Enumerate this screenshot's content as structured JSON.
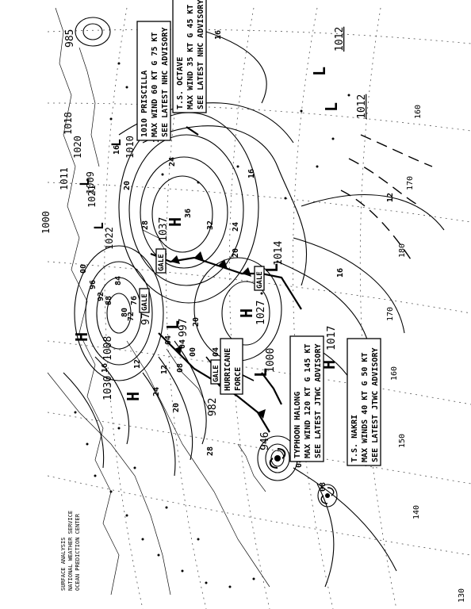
{
  "map": {
    "title_lines": [
      "SURFACE ANALYSIS",
      "NATIONAL WEATHER SERVICE",
      "OCEAN PREDICTION CENTER"
    ],
    "pressure_centers": [
      {
        "type": "H",
        "value": "1037",
        "role": "high"
      },
      {
        "type": "H",
        "value": "1027",
        "role": "high"
      },
      {
        "type": "H",
        "value": "1017",
        "role": "high"
      },
      {
        "type": "H",
        "value": "1030",
        "role": "high"
      },
      {
        "type": "H",
        "value": "1008",
        "role": "high"
      },
      {
        "type": "L",
        "value": "1012",
        "role": "low"
      },
      {
        "type": "L",
        "value": "1012",
        "role": "low"
      },
      {
        "type": "L",
        "value": "1014",
        "role": "low"
      },
      {
        "type": "L",
        "value": "997",
        "role": "low"
      },
      {
        "type": "L",
        "value": "1000",
        "role": "low"
      },
      {
        "type": "L",
        "value": "985",
        "role": "low"
      },
      {
        "type": "L",
        "value": "1010",
        "role": "low"
      },
      {
        "type": "L",
        "value": "1010",
        "role": "low"
      },
      {
        "type": "L",
        "value": "1011",
        "role": "low"
      },
      {
        "type": "L",
        "value": "1018",
        "role": "low"
      },
      {
        "type": "L",
        "value": "1020",
        "role": "low"
      },
      {
        "type": "L",
        "value": "1021",
        "role": "low"
      },
      {
        "type": "L",
        "value": "1022",
        "role": "low"
      },
      {
        "type": "L",
        "value": "1009",
        "role": "low"
      },
      {
        "type": "L",
        "value": "1000",
        "role": "low"
      },
      {
        "type": "L",
        "value": "946",
        "role": "typhoon"
      },
      {
        "type": "L",
        "value": "982",
        "role": "low"
      },
      {
        "type": "L",
        "value": "976",
        "role": "low"
      }
    ],
    "isobar_labels": [
      "16",
      "16",
      "12",
      "12",
      "20",
      "24",
      "28",
      "32",
      "36",
      "24",
      "20",
      "16",
      "12",
      "08",
      "04",
      "00",
      "96",
      "92",
      "88",
      "84",
      "80",
      "76",
      "72",
      "08",
      "04",
      "00",
      "28",
      "24",
      "20",
      "16",
      "12",
      "08",
      "04",
      "16",
      "20"
    ],
    "gale_labels": [
      "GALE",
      "GALE",
      "GALE",
      "GALE"
    ],
    "longitudes": [
      "130",
      "140",
      "150",
      "160",
      "170",
      "180",
      "170",
      "160"
    ],
    "advisories": [
      {
        "lines": [
          "1010 PRISCILLA",
          "MAX WIND 60 KT G 75 KT",
          "SEE LATEST NHC ADVISORY"
        ]
      },
      {
        "lines": [
          "T.S. OCTAVE",
          "MAX WIND 35 KT G 45 KT",
          "SEE LATEST NHC ADVISORY"
        ]
      },
      {
        "lines": [
          "TYPHOON HALONG",
          "MAX WIND 120 KT G 145 KT",
          "SEE LATEST JTWC ADVISORY"
        ]
      },
      {
        "lines": [
          "T.S. NAKRI",
          "MAX WINDS 40 KT G 50 KT",
          "SEE LATEST JTWC ADVISORY"
        ]
      },
      {
        "lines": [
          "HURRICANE",
          "FORCE"
        ]
      }
    ]
  }
}
